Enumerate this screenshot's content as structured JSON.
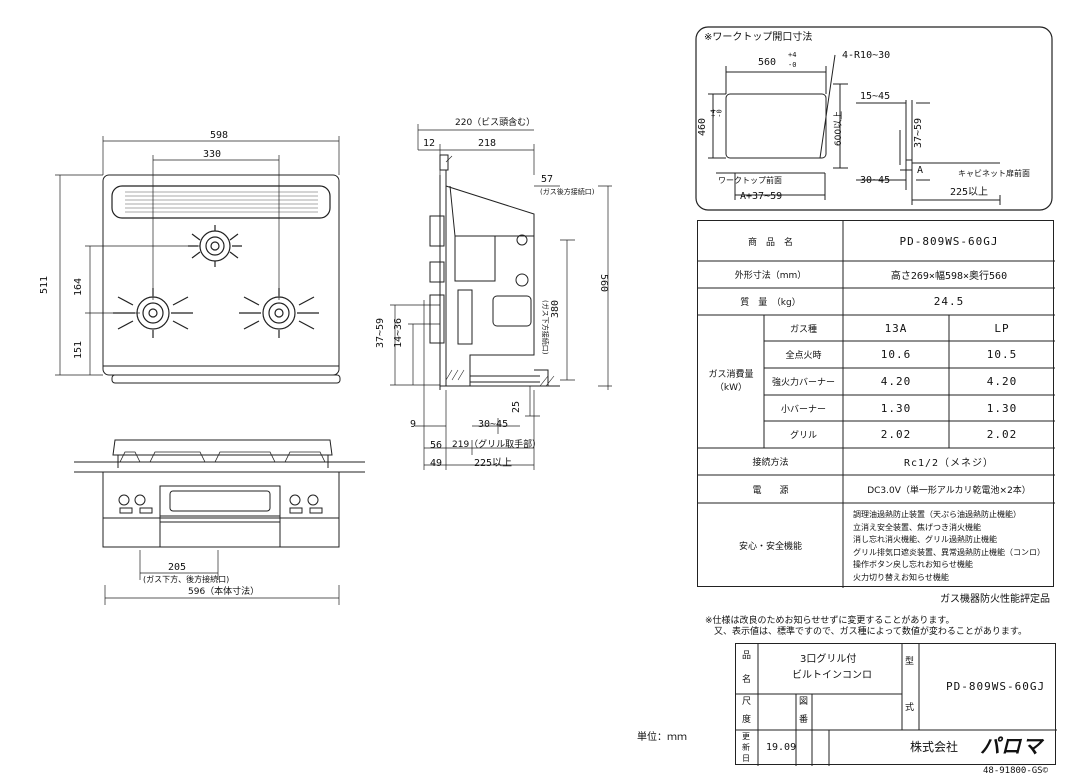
{
  "drawing": {
    "front_view": {
      "width_total": "598",
      "width_inner": "330",
      "height_total": "511",
      "dim_164": "164",
      "dim_151": "151"
    },
    "side_view": {
      "dim_220": "220（ビス頭含む）",
      "dim_12": "12",
      "dim_218": "218",
      "dim_57": "57",
      "dim_57_note": "(ガス後方接続口)",
      "dim_560": "560",
      "dim_380": "380",
      "dim_380_note": "(ガス下方接続口)",
      "dim_37_59": "37~59",
      "dim_14_36": "14~36",
      "dim_25": "25",
      "dim_9": "9",
      "dim_30_45": "30~45",
      "dim_56": "56",
      "dim_219": "219（グリル取手部）",
      "dim_49": "49",
      "dim_225": "225以上"
    },
    "bottom_view": {
      "dim_205": "205",
      "dim_205_note": "(ガス下方、後方接続口)",
      "dim_596": "596（本体寸法）"
    },
    "worktop": {
      "title": "※ワークトップ開口寸法",
      "dim_560": "560",
      "dim_560_tol_up": "+4",
      "dim_560_tol_down": "-0",
      "dim_r": "4-R10~30",
      "dim_460": "460",
      "dim_460_tol_up": "+4",
      "dim_460_tol_down": "-0",
      "dim_600": "600以上",
      "dim_15_45": "15~45",
      "dim_37_59": "37~59",
      "label_a": "A",
      "cabinet_front": "キャビネット扉前面",
      "worktop_front": "ワークトップ前面",
      "dim_a": "A+37~59",
      "dim_30_45": "30~45",
      "dim_225": "225以上"
    }
  },
  "spec_table": {
    "product_name_label": "商　品　名",
    "product_name": "PD-809WS-60GJ",
    "dimensions_label": "外形寸法（mm）",
    "dimensions": "高さ269×幅598×奥行560",
    "mass_label": "質　量　（kg）",
    "mass": "24.5",
    "gas_type_label": "ガス種",
    "gas_13a": "13A",
    "gas_lp": "LP",
    "consumption_label": "ガス消費量\n（kW）",
    "rows": [
      {
        "label": "全点火時",
        "a": "10.6",
        "b": "10.5"
      },
      {
        "label": "強火力バーナー",
        "a": "4.20",
        "b": "4.20"
      },
      {
        "label": "小バーナー",
        "a": "1.30",
        "b": "1.30"
      },
      {
        "label": "グリル",
        "a": "2.02",
        "b": "2.02"
      }
    ],
    "connection_label": "接続方法",
    "connection": "Rc1/2（メネジ）",
    "power_label": "電　　源",
    "power": "DC3.0V（単一形アルカリ乾電池×2本）",
    "safety_label": "安心・安全機能",
    "safety": [
      "調理油過熱防止装置（天ぷら油過熱防止機能）",
      "立消え安全装置、焦げつき消火機能",
      "消し忘れ消火機能、グリル過熱防止機能",
      "グリル排気口遮炎装置、異常過熱防止機能（コンロ）",
      "操作ボタン戻し忘れお知らせ機能",
      "火力切り替えお知らせ機能"
    ]
  },
  "certification": "ガス機器防火性能評定品",
  "notes": [
    "※仕様は改良のためお知らせせずに変更することがあります。",
    "又、表示値は、標準ですので、ガス種によって数値が変わることがあります。"
  ],
  "title_block": {
    "hin": "品",
    "mei": "名",
    "product_line1": "3口グリル付",
    "product_line2": "ビルトインコンロ",
    "kata": "型",
    "shiki": "式",
    "model": "PD-809WS-60GJ",
    "shaku": "尺",
    "do": "度",
    "zu": "図",
    "ban": "番",
    "kou": "更",
    "shin": "新",
    "hi": "日",
    "date": "19.09",
    "company": "株式会社",
    "logo": "パロマ"
  },
  "unit": "単位：ｍｍ",
  "doc_number": "48-91800-GS©"
}
